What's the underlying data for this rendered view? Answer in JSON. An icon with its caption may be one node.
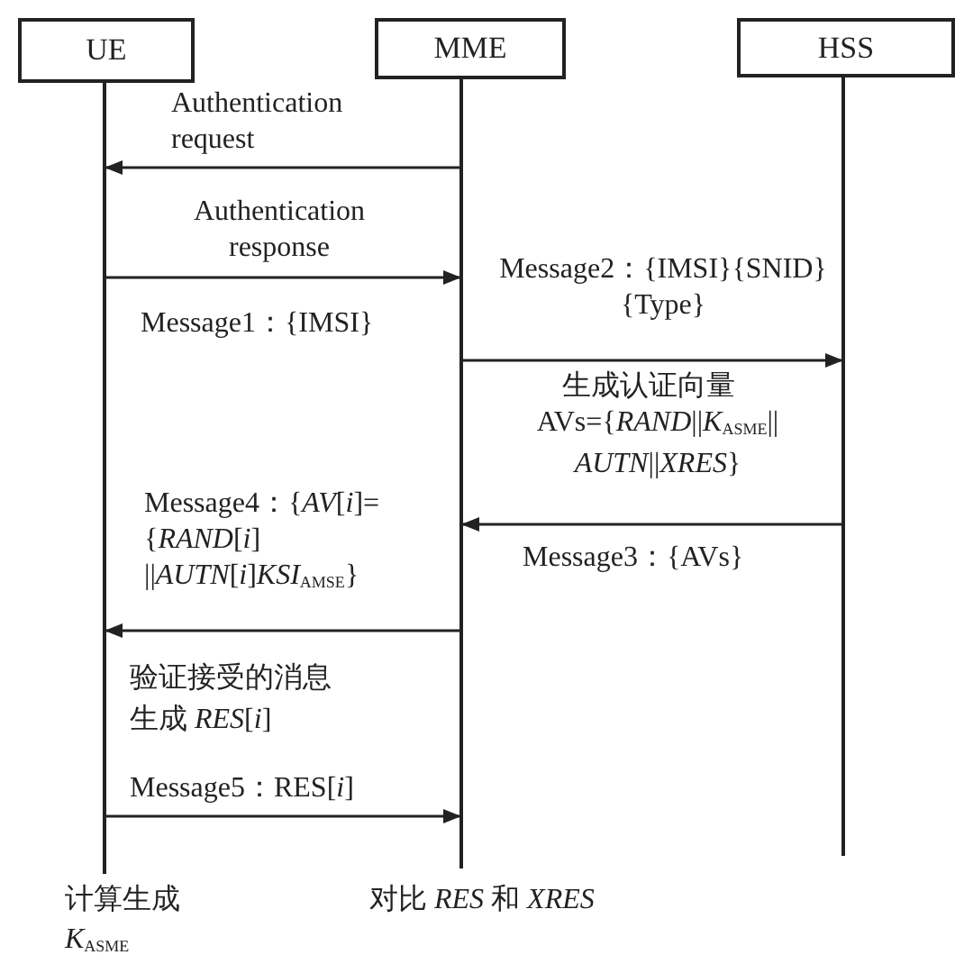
{
  "diagram": {
    "nodes": [
      {
        "text": [
          "UE"
        ]
      },
      {
        "text": [
          "MME"
        ]
      },
      {
        "text": [
          "HSS"
        ]
      }
    ],
    "edges": [
      {
        "from": 1,
        "to": 0,
        "arrow": "to",
        "label": "Authentication request"
      },
      {
        "from": 0,
        "to": 1,
        "arrow": "to",
        "label": "Authentication response"
      },
      {
        "from": 1,
        "to": 2,
        "arrow": "to",
        "label": "Message2：{IMSI}{SNID}{Type}"
      },
      {
        "from": 2,
        "to": 1,
        "arrow": "to",
        "label": "Message3：{AVs}"
      },
      {
        "from": 1,
        "to": 0,
        "arrow": "to",
        "label": "Message4：{*AV*[*i*]={*RAND*[*i*] ||*AUTN*[*i*]*KSI*$_{AMSE}$}"
      },
      {
        "from": 0,
        "to": 1,
        "arrow": "to",
        "label": "Message5：RES[*i*]"
      }
    ],
    "labels": [
      "Message1：{IMSI}",
      "生成认证向量",
      "AVs={*RAND*||*K*$_{ASME}$|| *AUTN*||*XRES*}",
      "验证接受的消息",
      "生成 *RES*[*i*]",
      "计算生成",
      "*K*$_{ASME}$",
      "对比 *RES* 和 *XRES*"
    ]
  }
}
